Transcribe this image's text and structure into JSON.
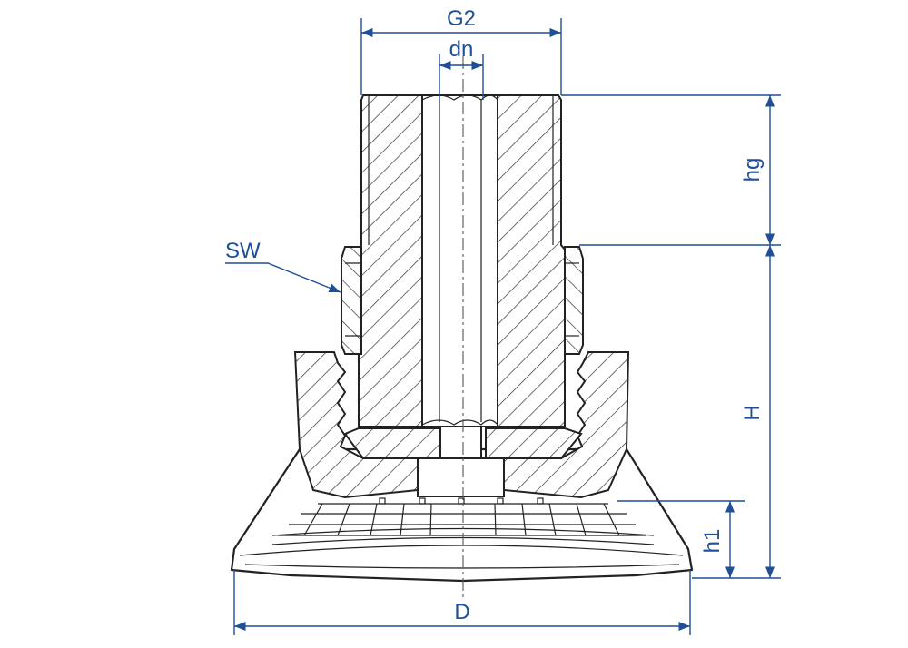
{
  "labels": {
    "g2": "G2",
    "dn": "dn",
    "hg": "hg",
    "sw": "SW",
    "h": "H",
    "h1": "h1",
    "d": "D"
  },
  "colors": {
    "dimension": "#1f4f96",
    "outline": "#222222",
    "background": "#ffffff"
  }
}
